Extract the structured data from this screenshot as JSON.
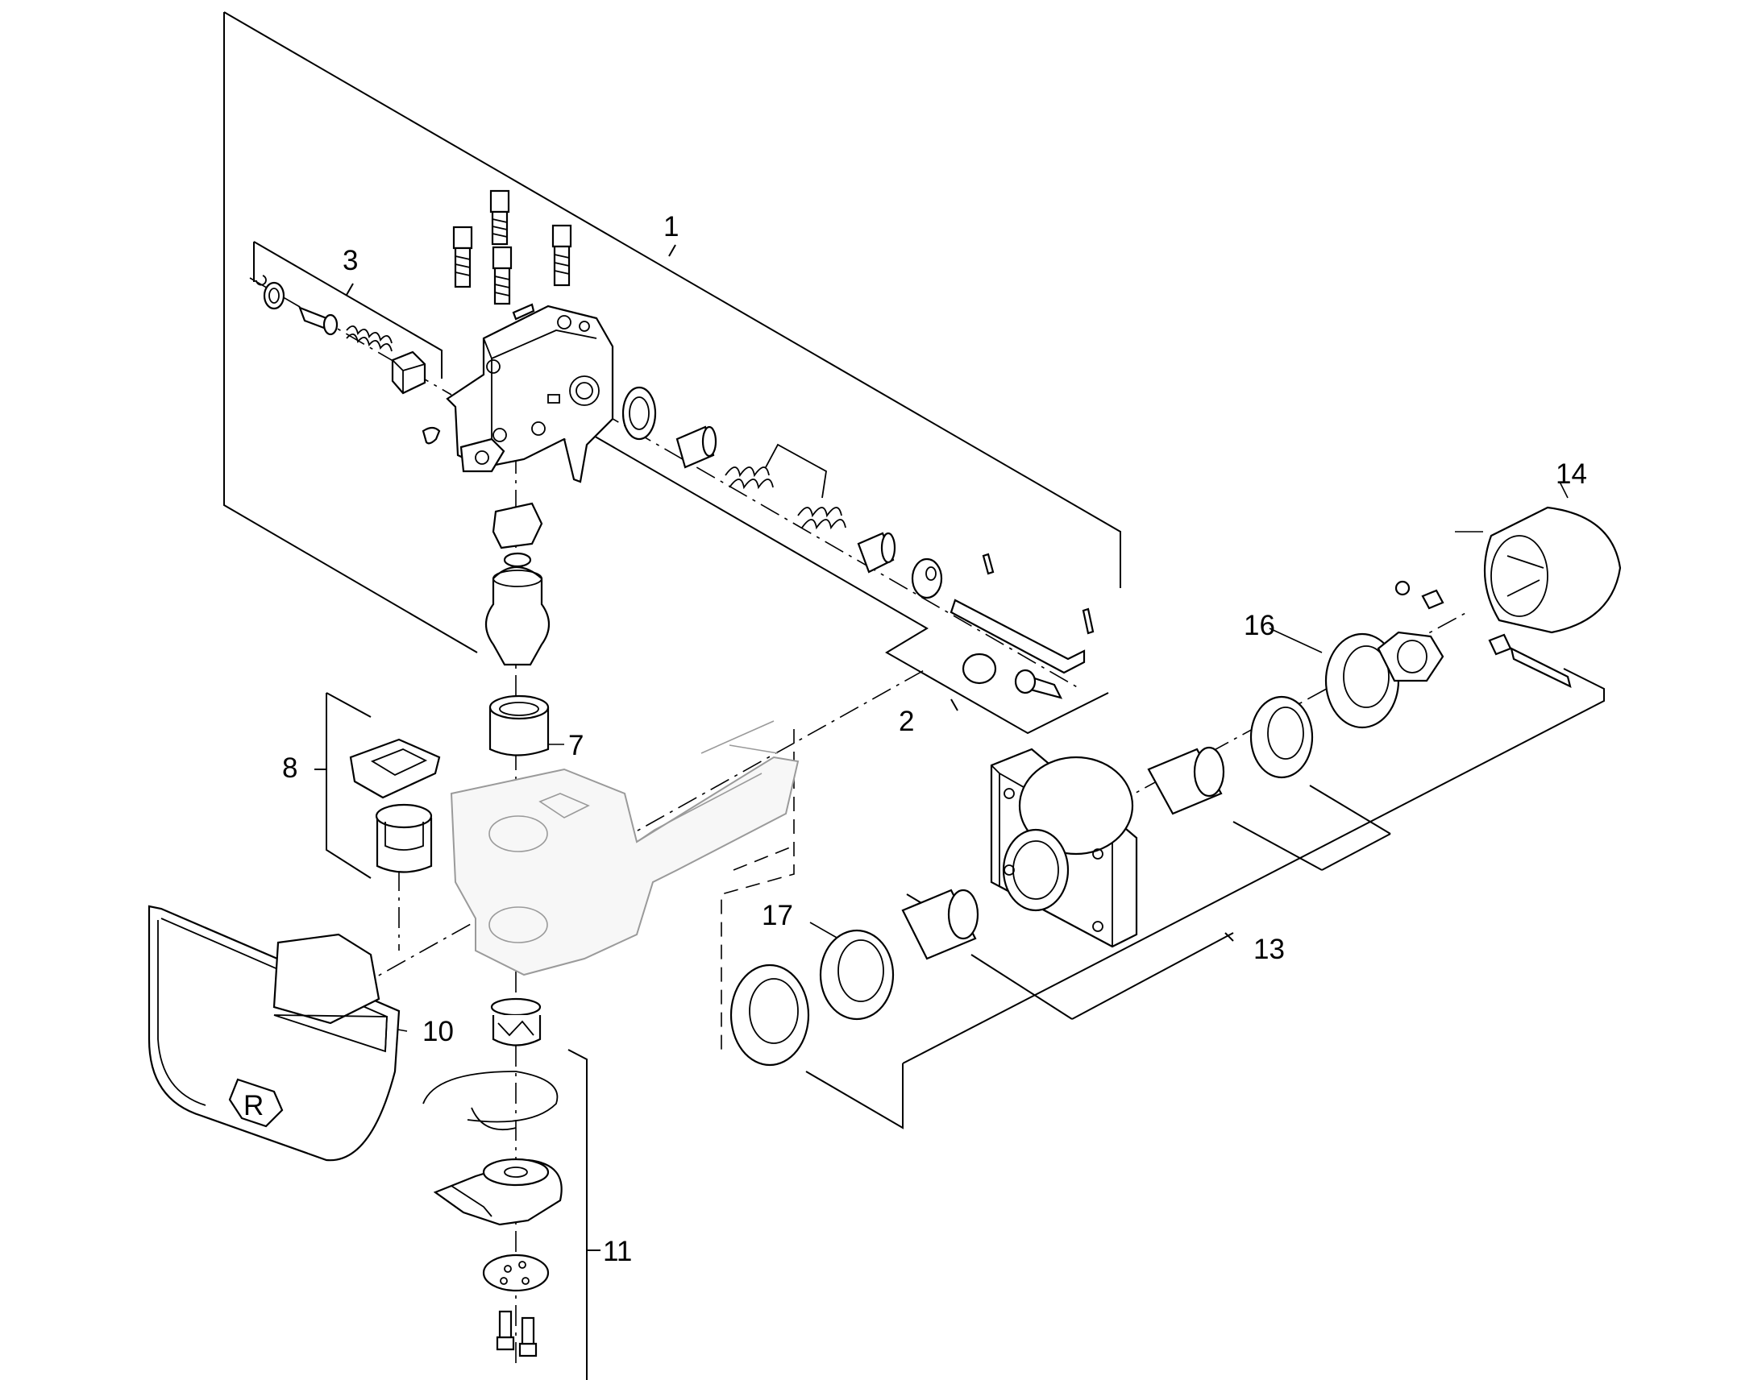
{
  "callouts": {
    "c1": "1",
    "c2": "2",
    "c3": "3",
    "c7": "7",
    "c8": "8",
    "c10": "10",
    "c11": "11",
    "c13": "13",
    "c14": "14",
    "c16": "16",
    "c17": "17"
  },
  "logo_text": "R"
}
